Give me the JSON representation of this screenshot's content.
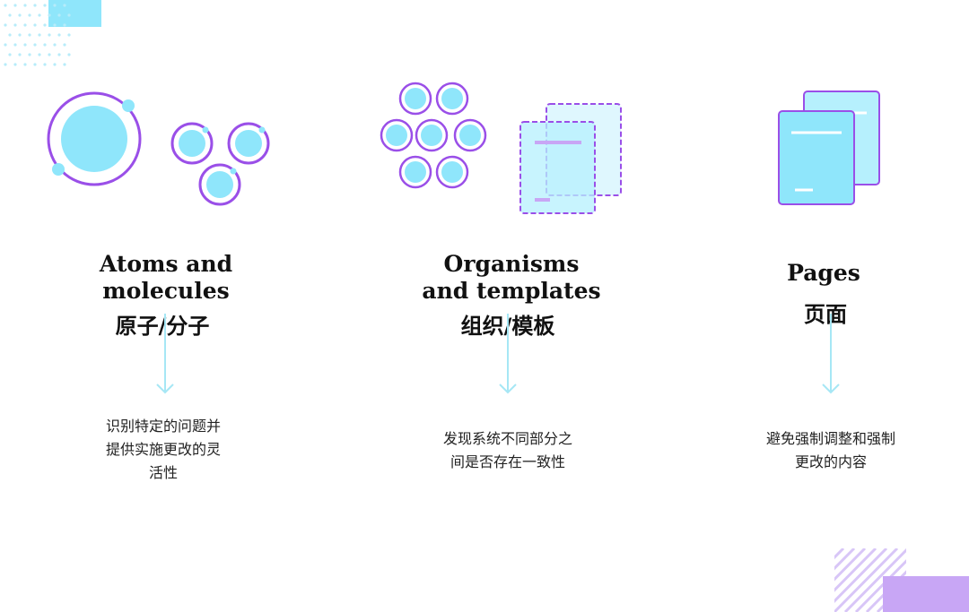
{
  "colors": {
    "purple": "#9a4fe8",
    "cyan_fill": "#8fe6fb",
    "cyan_light": "#b6f0fd",
    "cyan_pale": "#dff7fe",
    "arrow": "#a6e7f5",
    "deco_lavender": "#c8a6f5",
    "dot": "#b7ecfa"
  },
  "columns": [
    {
      "title_line1": "Atoms and",
      "title_line2": "molecules",
      "subtitle": "原子/分子",
      "desc_line1": "识别特定的问题并",
      "desc_line2": "提供实施更改的灵",
      "desc_line3": "活性"
    },
    {
      "title_line1": "Organisms",
      "title_line2": "and templates",
      "subtitle": "组织/模板",
      "desc_line1": "发现系统不同部分之",
      "desc_line2": "间是否存在一致性"
    },
    {
      "title_line1": "Pages",
      "subtitle": "页面",
      "desc_line1": "避免强制调整和强制",
      "desc_line2": "更改的内容"
    }
  ]
}
